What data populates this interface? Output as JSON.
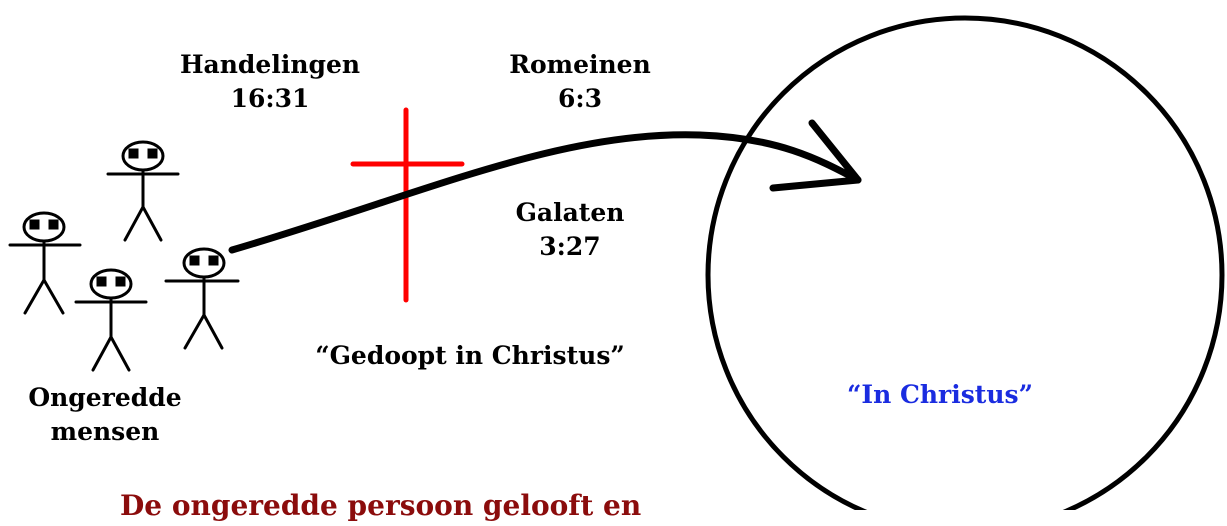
{
  "references": {
    "handelingen": {
      "book": "Handelingen",
      "verse": "16:31"
    },
    "romeinen": {
      "book": "Romeinen",
      "verse": "6:3"
    },
    "galaten": {
      "book": "Galaten",
      "verse": "3:27"
    }
  },
  "captions": {
    "gedoopt": "“Gedoopt in Christus”",
    "ongeredde_line1": "Ongeredde",
    "ongeredde_line2": "mensen",
    "in_christus": "“In Christus”",
    "bottom": "De ongeredde persoon gelooft en"
  },
  "colors": {
    "cross": "#ff0000",
    "in_christus_text": "#1a2ce0",
    "bottom_text": "#8b0c0c"
  }
}
